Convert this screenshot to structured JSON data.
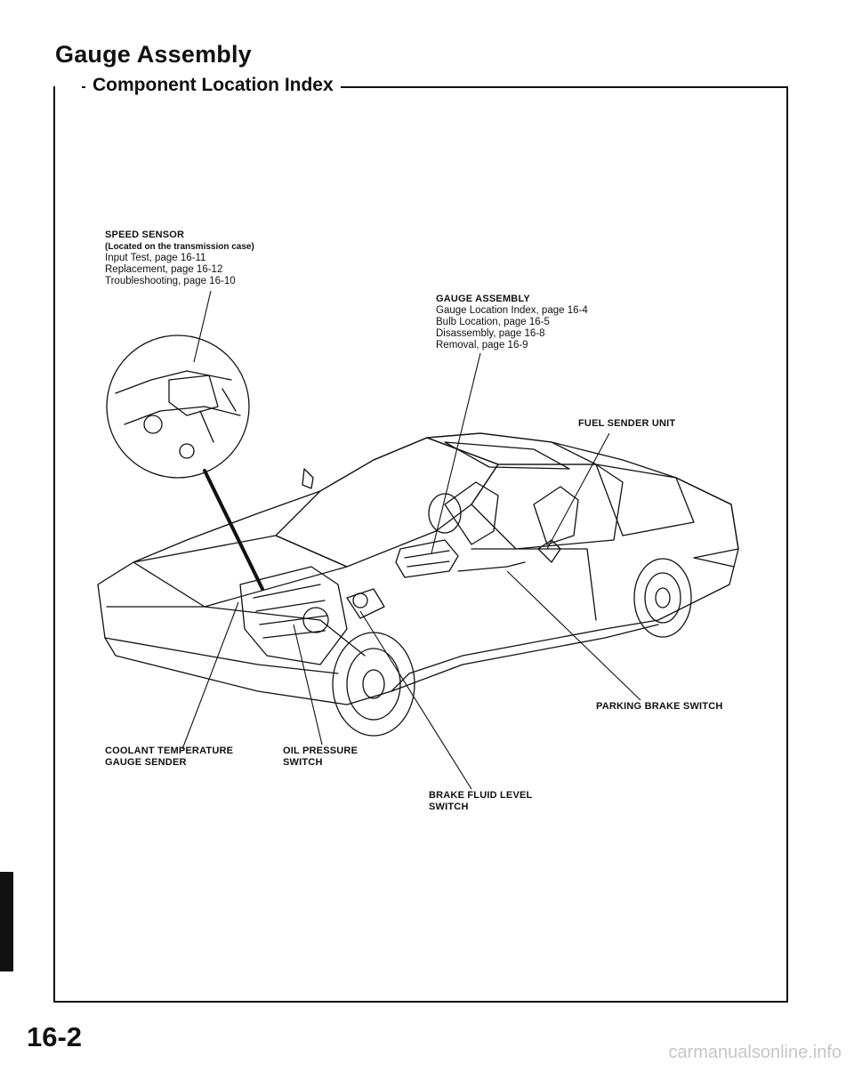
{
  "page": {
    "title": "Gauge Assembly",
    "section_title": "Component Location Index",
    "page_number": "16-2",
    "watermark": "carmanualsonline.info"
  },
  "callouts": {
    "speed_sensor": {
      "title": "SPEED SENSOR",
      "subtitle": "(Located on the transmission case)",
      "refs": [
        "Input Test, page 16-11",
        "Replacement, page 16-12",
        "Troubleshooting, page 16-10"
      ]
    },
    "gauge_assembly": {
      "title": "GAUGE ASSEMBLY",
      "refs": [
        "Gauge Location Index, page 16-4",
        "Bulb Location, page 16-5",
        "Disassembly, page 16-8",
        "Removal, page 16-9"
      ]
    },
    "fuel_sender": {
      "title": "FUEL SENDER UNIT"
    },
    "parking_brake": {
      "title": "PARKING BRAKE SWITCH"
    },
    "coolant_temp": {
      "lines": [
        "COOLANT TEMPERATURE",
        "GAUGE SENDER"
      ]
    },
    "oil_pressure": {
      "lines": [
        "OIL PRESSURE",
        "SWITCH"
      ]
    },
    "brake_fluid": {
      "lines": [
        "BRAKE FLUID LEVEL",
        "SWITCH"
      ]
    }
  }
}
